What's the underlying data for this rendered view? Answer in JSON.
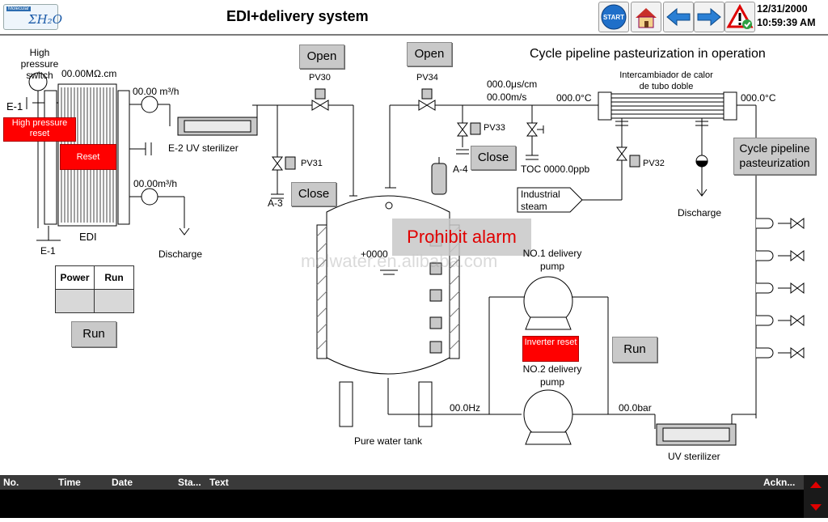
{
  "header": {
    "logo_tag": "Molecular",
    "logo_text": "ΣH₂O",
    "title": "EDI+delivery system",
    "date": "12/31/2000",
    "time": "10:59:39 AM",
    "buttons": [
      "start-icon",
      "home-icon",
      "back-arrow-icon",
      "forward-arrow-icon",
      "alarm-warning-icon"
    ],
    "start_label": "START"
  },
  "edi": {
    "high_pressure_switch": "High pressure switch",
    "resistivity": "00.00MΩ.cm",
    "e1_top": "E-1",
    "high_pressure_reset": "High pressure reset",
    "reset": "Reset",
    "edi_label": "EDI",
    "e1_bottom": "E-1",
    "flow1": "00.00 m³/h",
    "flow2": "00.00m³/h",
    "discharge": "Discharge",
    "uv_sterilizer": "E-2 UV sterilizer"
  },
  "power_table": {
    "power": "Power",
    "run": "Run"
  },
  "run_button": "Run",
  "valves": {
    "pv30": "PV30",
    "pv31": "PV31",
    "pv32": "PV32",
    "pv33": "PV33",
    "pv34": "PV34",
    "a3": "A-3",
    "a4": "A-4"
  },
  "buttons": {
    "open1": "Open",
    "open2": "Open",
    "close1": "Close",
    "close2": "Close",
    "run2": "Run",
    "cycle": "Cycle pipeline pasteurization"
  },
  "status": {
    "cycle_text": "Cycle pipeline pasteurization in operation",
    "conductivity": "000.0μs/cm",
    "velocity": "00.00m/s",
    "temp1": "000.0°C",
    "temp2": "000.0°C",
    "exchanger": "Intercambiador de calor de tubo doble",
    "toc": "TOC 0000.0ppb",
    "industrial_steam": "Industrial steam",
    "discharge2": "Discharge"
  },
  "tank": {
    "level": "+0000",
    "prohibit_alarm": "Prohibit alarm",
    "label": "Pure water tank",
    "hz": "00.0Hz",
    "bar": "00.0bar"
  },
  "pumps": {
    "no1": "NO.1 delivery pump",
    "inverter_reset": "Inverter reset",
    "no2": "NO.2 delivery pump"
  },
  "uv2": "UV sterilizer",
  "watermark": "molwater.en.alibaba.com",
  "alarm_table": {
    "columns": [
      "No.",
      "Time",
      "Date",
      "Sta...",
      "Text",
      "Ackn..."
    ]
  }
}
